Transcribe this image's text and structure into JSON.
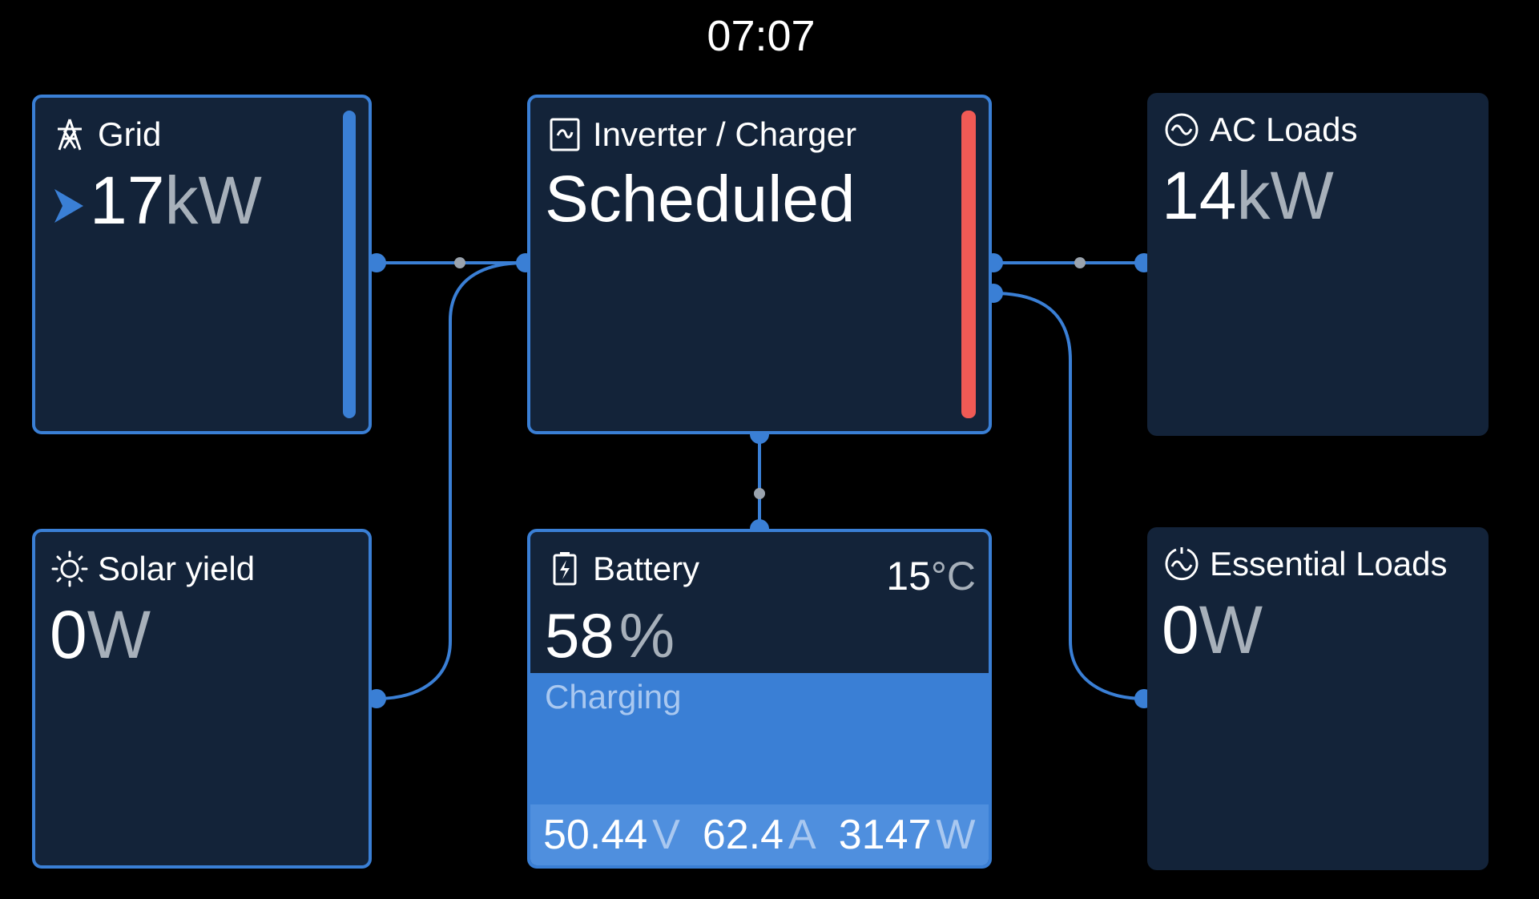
{
  "clock": "07:07",
  "grid": {
    "title": "Grid",
    "value": "17",
    "unit": "kW"
  },
  "inverter": {
    "title": "Inverter / Charger",
    "state": "Scheduled"
  },
  "ac_loads": {
    "title": "AC Loads",
    "value": "14",
    "unit": "kW"
  },
  "solar": {
    "title": "Solar yield",
    "value": "0",
    "unit": "W"
  },
  "battery": {
    "title": "Battery",
    "temp_value": "15",
    "temp_unit": "°C",
    "soc_value": "58",
    "soc_unit": "%",
    "status": "Charging",
    "voltage": "50.44",
    "voltage_unit": "V",
    "current": "62.4",
    "current_unit": "A",
    "power": "3147",
    "power_unit": "W"
  },
  "essential_loads": {
    "title": "Essential Loads",
    "value": "0",
    "unit": "W"
  },
  "colors": {
    "accent": "#3a7fd5",
    "tile": "#132339",
    "alarm": "#f05a55"
  }
}
